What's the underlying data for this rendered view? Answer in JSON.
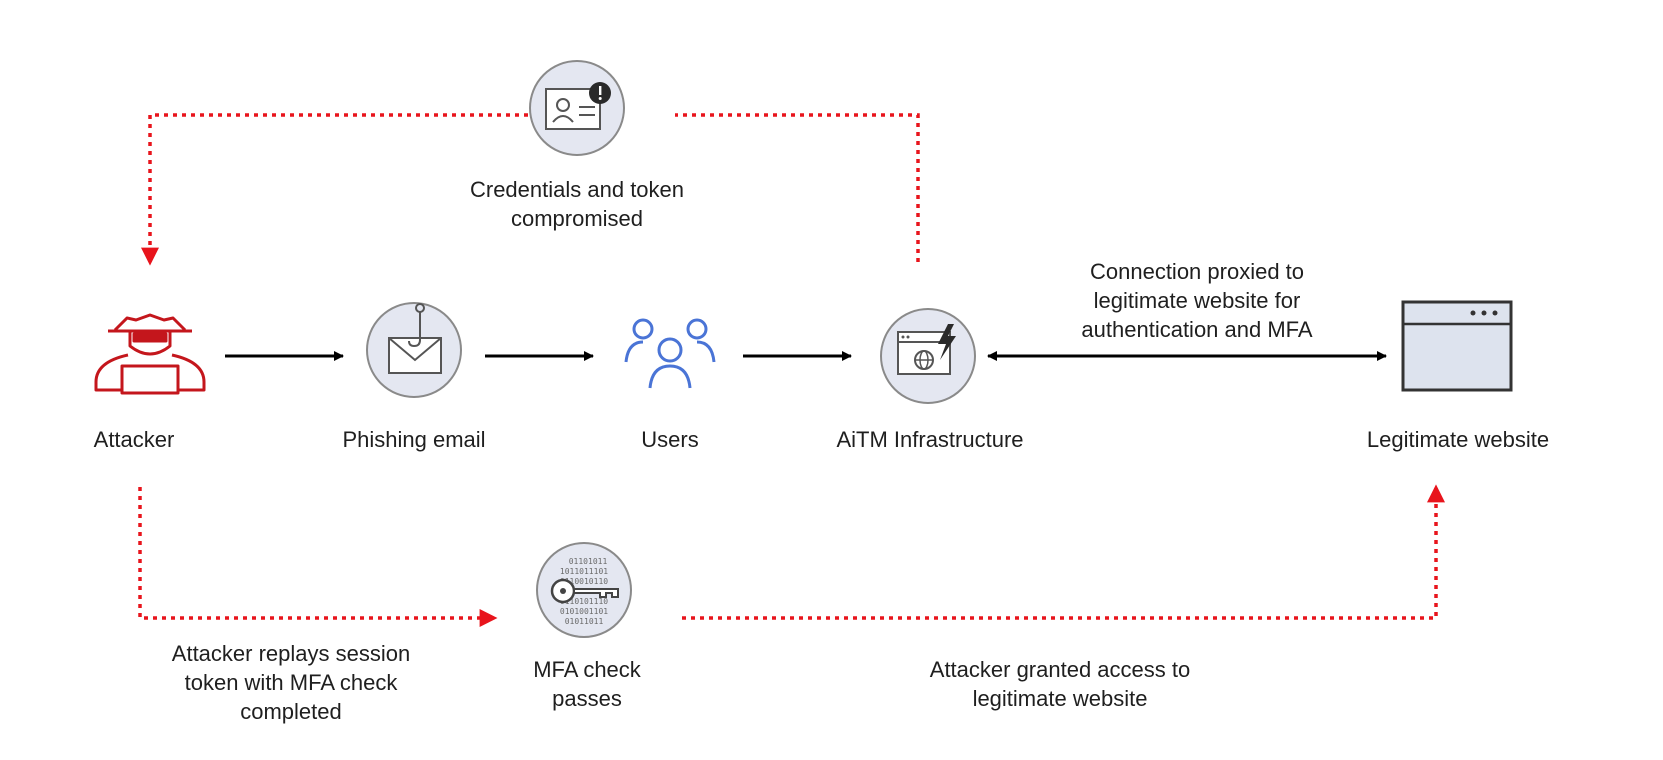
{
  "nodes": {
    "attacker": {
      "label": "Attacker",
      "icon": "hacker-icon"
    },
    "phishing_email": {
      "label": "Phishing email",
      "icon": "phishing-email-icon"
    },
    "users": {
      "label": "Users",
      "icon": "users-icon"
    },
    "aitm": {
      "label": "AiTM Infrastructure",
      "icon": "aitm-server-icon"
    },
    "legit_site": {
      "label": "Legitimate website",
      "icon": "browser-window-icon"
    },
    "credentials": {
      "label": "Credentials and token\ncompromised",
      "icon": "id-card-alert-icon"
    },
    "mfa": {
      "label": "MFA check\npasses",
      "icon": "binary-key-icon"
    }
  },
  "edge_labels": {
    "proxy": "Connection proxied to\nlegitimate website for\nauthentication and MFA",
    "replay": "Attacker replays session\ntoken with MFA check\ncompleted",
    "access": "Attacker granted access to\nlegitimate website"
  },
  "colors": {
    "attack_path": "#e8141c",
    "flow": "#000000",
    "icon_fill": "#e4e7f1",
    "icon_stroke": "#5a5a5a",
    "attacker_icon": "#c4161c",
    "users_icon": "#4a74d6"
  }
}
